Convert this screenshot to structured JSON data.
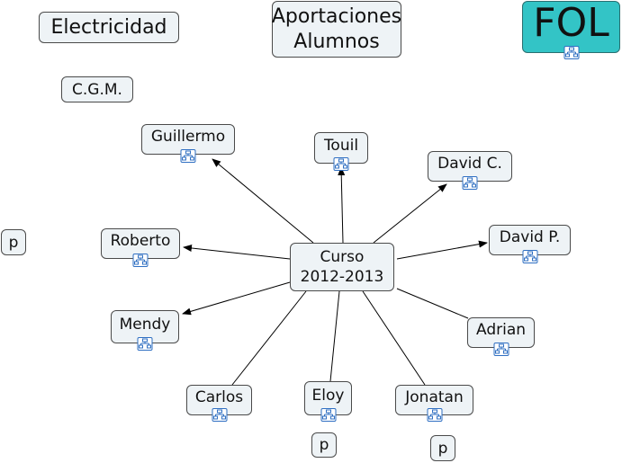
{
  "nodes": {
    "electricidad": "Electricidad",
    "cgm": "C.G.M.",
    "aportaciones": "Aportaciones\nAlumnos",
    "fol": "FOL",
    "center": "Curso\n2012-2013",
    "guillermo": "Guillermo",
    "touil": "Touil",
    "david_c": "David C.",
    "david_p": "David P.",
    "roberto": "Roberto",
    "mendy": "Mendy",
    "adrian": "Adrian",
    "carlos": "Carlos",
    "eloy": "Eloy",
    "jonatan": "Jonatan",
    "p_left": "p",
    "p_eloy": "p",
    "p_jonatan": "p"
  },
  "icons": {
    "linked_map": "concept-map-link-icon"
  },
  "colors": {
    "node_fill": "#eef3f6",
    "fol_fill": "#33c4c6",
    "link_icon": "#2f6fc2"
  }
}
